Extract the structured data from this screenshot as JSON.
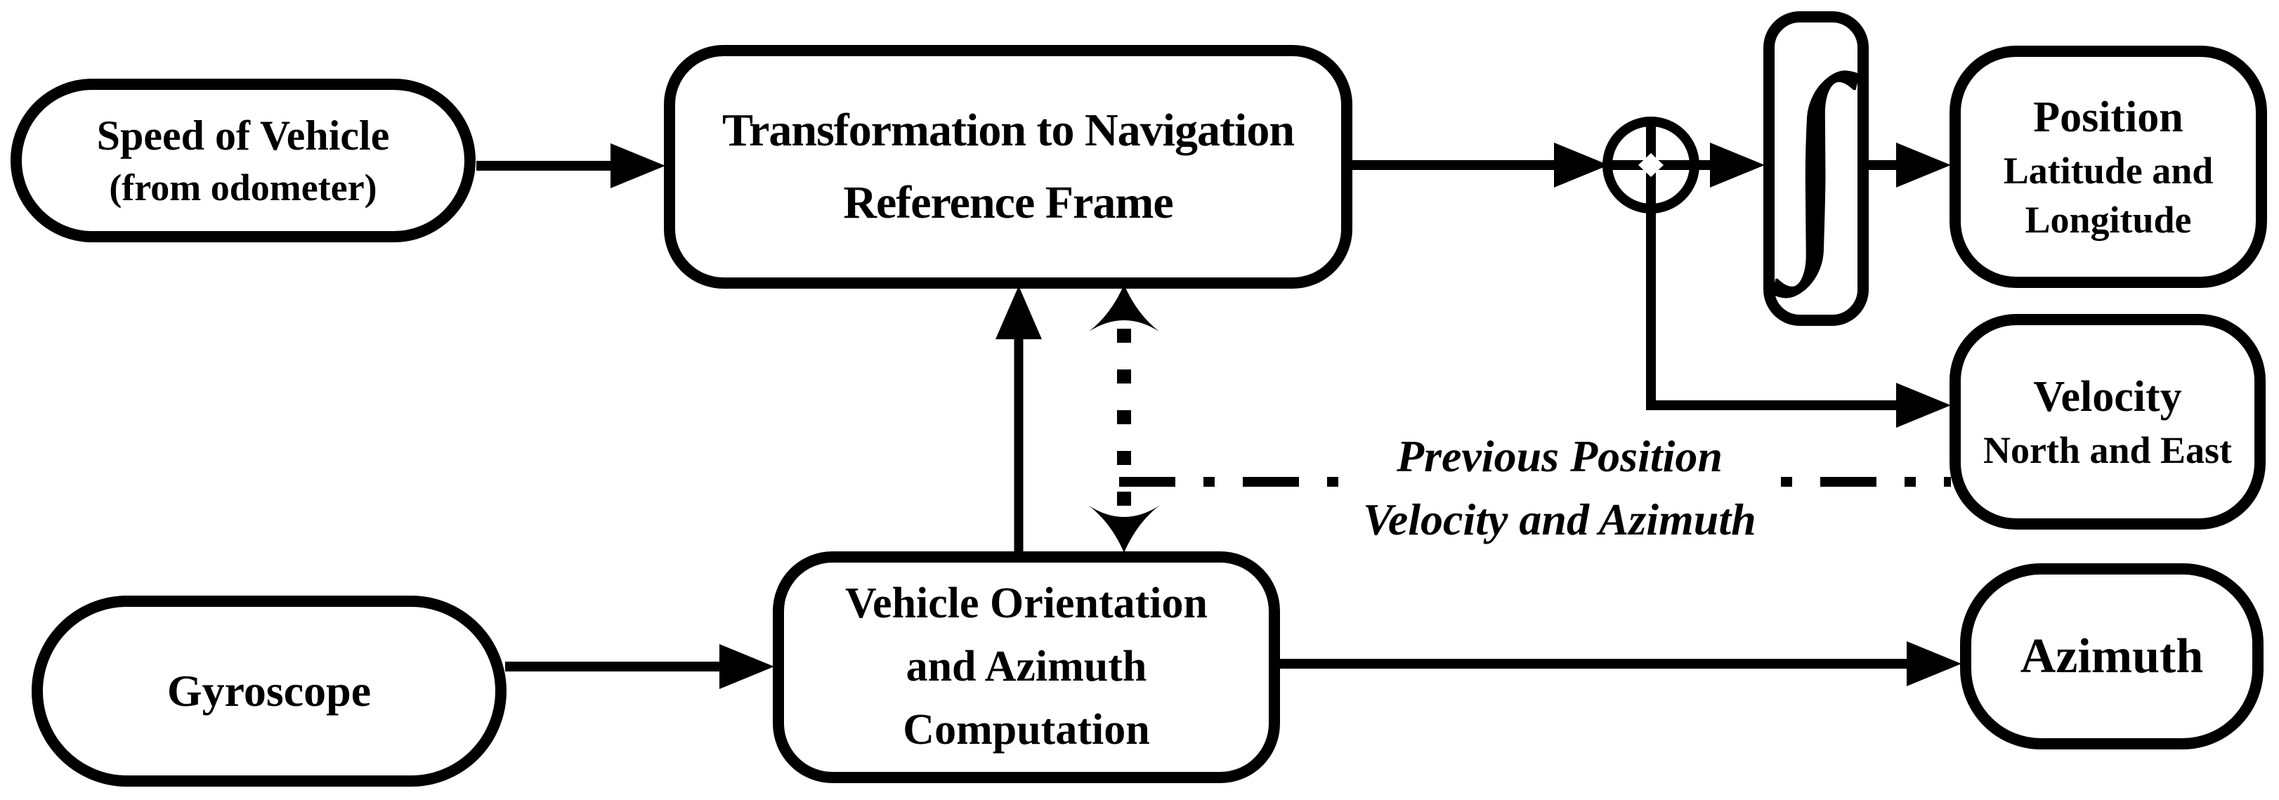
{
  "diagram": {
    "background_color": "#ffffff",
    "stroke_color": "#000000",
    "nodes": {
      "speed_of_vehicle": {
        "shape": "stadium",
        "lines": [
          "Speed of Vehicle",
          "(from odometer)"
        ]
      },
      "gyroscope": {
        "shape": "stadium",
        "lines": [
          "Gyroscope"
        ]
      },
      "transformation": {
        "shape": "rounded-rect",
        "lines": [
          "Transformation to Navigation",
          "Reference Frame"
        ]
      },
      "orientation": {
        "shape": "rounded-rect",
        "lines": [
          "Vehicle Orientation",
          "and Azimuth",
          "Computation"
        ]
      },
      "summing_junction": {
        "shape": "crossed-circle"
      },
      "integrator": {
        "shape": "rounded-rect",
        "symbol": "∫"
      },
      "position": {
        "shape": "rounded-rect",
        "lines": [
          "Position",
          "Latitude and",
          "Longitude"
        ]
      },
      "velocity": {
        "shape": "rounded-rect",
        "lines": [
          "Velocity",
          "North and East"
        ]
      },
      "azimuth": {
        "shape": "rounded-rect",
        "lines": [
          "Azimuth"
        ]
      }
    },
    "feedback_label": {
      "lines": [
        "Previous Position",
        "Velocity and Azimuth"
      ]
    },
    "edges": [
      {
        "from": "speed_of_vehicle",
        "to": "transformation",
        "style": "solid-arrow"
      },
      {
        "from": "transformation",
        "to": "summing_junction",
        "style": "solid-arrow"
      },
      {
        "from": "summing_junction",
        "to": "integrator",
        "style": "solid-arrow"
      },
      {
        "from": "integrator",
        "to": "position",
        "style": "solid-arrow"
      },
      {
        "from": "summing_junction",
        "to": "velocity",
        "style": "solid-arrow"
      },
      {
        "from": "gyroscope",
        "to": "orientation",
        "style": "solid-arrow"
      },
      {
        "from": "orientation",
        "to": "azimuth",
        "style": "solid-arrow"
      },
      {
        "from": "orientation",
        "to": "transformation",
        "style": "solid-arrow"
      },
      {
        "from": "velocity",
        "to": "feedback-junction",
        "style": "dash-dot-line"
      },
      {
        "from": "feedback-junction",
        "to": "transformation",
        "style": "dotted-open-arrow"
      },
      {
        "from": "feedback-junction",
        "to": "orientation",
        "style": "dotted-open-arrow"
      }
    ]
  }
}
